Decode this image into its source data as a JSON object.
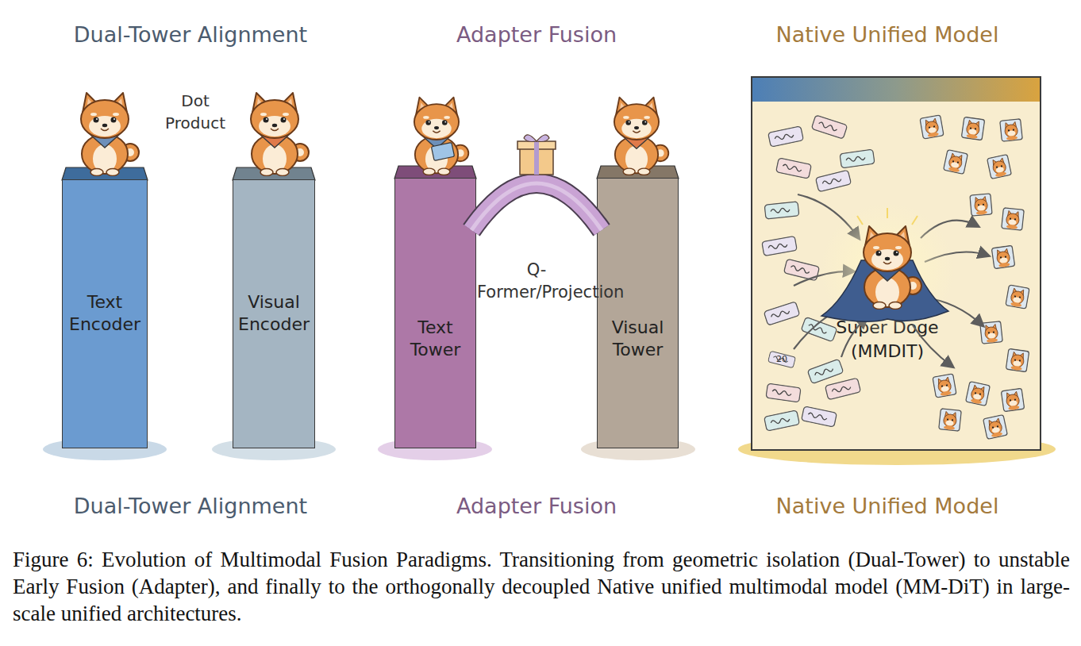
{
  "diagram": {
    "caption": "Figure 6: Evolution of Multimodal Fusion Paradigms. Transitioning from geometric isolation (Dual-Tower) to unstable Early Fusion (Adapter), and finally to the orthogonally decoupled Native unified multimodal model (MM-DiT) in large-scale unified architectures.",
    "nodes": [
      {
        "text": [
          "Text Encoder"
        ]
      },
      {
        "text": [
          "Visual Encoder"
        ]
      },
      {
        "text": [
          "Text Tower"
        ]
      },
      {
        "text": [
          "Visual Tower"
        ]
      },
      {
        "text": [
          "Super Doge (MMDIT)"
        ]
      }
    ],
    "edges": [
      {
        "from": 2,
        "to": 3,
        "label": "Q-Former/Projection",
        "arrow": "none"
      }
    ],
    "labels": [
      "Dual-Tower Alignment",
      "Adapter Fusion",
      "Native Unified Model",
      "Dot Product",
      "20",
      "Dual-Tower Alignment",
      "Adapter Fusion",
      "Native Unified Model"
    ]
  }
}
